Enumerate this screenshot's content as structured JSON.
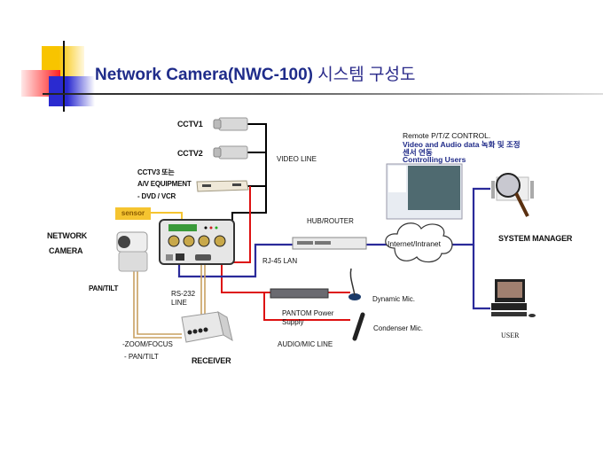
{
  "title": {
    "main": "Network Camera(NWC-100)",
    "korean": "시스템 구성도"
  },
  "colors": {
    "title": "#1f2c8a",
    "video_line": "#000000",
    "audio_line": "#dd1111",
    "lan_line": "#2a2a9a",
    "serial_line": "#c8a060",
    "sensor_bg": "#f5c430"
  },
  "labels": {
    "cctv1": "CCTV1",
    "cctv2": "CCTV2",
    "cctv3_line1": "CCTV3 또는",
    "cctv3_line2": "A/V EQUIPMENT",
    "cctv3_line3": "- DVD / VCR",
    "video_line": "VIDEO LINE",
    "sensor": "sensor",
    "network_camera_line1": "NETWORK",
    "network_camera_line2": "CAMERA",
    "pan_tilt": "PAN/TILT",
    "rs232_line1": "RS-232",
    "rs232_line2": "LINE",
    "zoom_focus": "-ZOOM/FOCUS",
    "pan_tilt2": "- PAN/TILT",
    "receiver": "RECEIVER",
    "hub_router": "HUB/ROUTER",
    "rj45": "RJ-45 LAN",
    "internet": "Internet/Intranet",
    "pantom_line1": "PANTOM Power",
    "pantom_line2": "Supply",
    "dynamic_mic": "Dynamic Mic.",
    "condenser_mic": "Condenser Mic.",
    "audio_mic_line": "AUDIO/MIC LINE",
    "system_manager": "SYSTEM MANAGER",
    "user": "USER",
    "remote_line1": "Remote P/T/Z CONTROL.",
    "remote_line2": "Video and Audio data 녹화 및 조정",
    "remote_line3": "센서 연동",
    "remote_line4": "Controlling Users"
  }
}
